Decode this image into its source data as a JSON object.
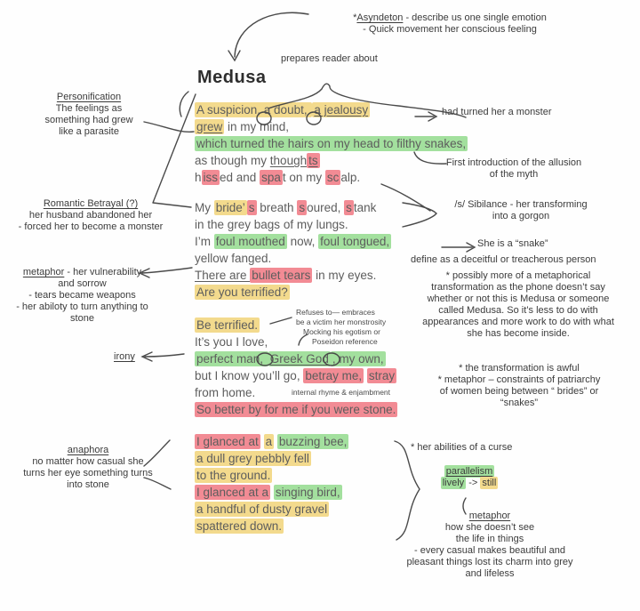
{
  "title": "Medusa",
  "colors": {
    "highlight_yellow": "#f3da8d",
    "highlight_green": "#a3e09e",
    "highlight_red": "#f28b94",
    "ink": "#3b3b3b",
    "poem_text": "#5d5d5d"
  },
  "top": {
    "asyndeton": {
      "prefix": "*",
      "term": "Asyndeton",
      "rest": " - describe us one single emotion",
      "line2": "- Quick movement her conscious feeling"
    },
    "prepares": "prepares reader about"
  },
  "left": {
    "personification": {
      "title": "Personification",
      "lines": [
        "The feelings as",
        "something had grew",
        "like a parasite"
      ]
    },
    "betrayal": {
      "title": "Romantic Betrayal (?)",
      "lines": [
        "her husband abandoned her",
        "- forced her to become a monster"
      ]
    },
    "metaphor": {
      "term": "metaphor",
      "rest": " - her vulnerability",
      "lines": [
        "and sorrow",
        "- tears became weapons",
        "- her abiloty to turn anything to",
        "stone"
      ]
    },
    "irony": "irony",
    "anaphora": {
      "title": "anaphora",
      "lines": [
        "no matter how casual she",
        "turns her eye something turns",
        "into stone"
      ]
    }
  },
  "right": {
    "monster": "had turned her a monster",
    "allusion": [
      "First introduction of the allusion",
      "of the myth"
    ],
    "sibilance": [
      "/s/ Sibilance - her transforming",
      "into a gorgon"
    ],
    "snake": "She is a “snake”",
    "define": "define as a deceitful or treacherous person",
    "possibly": [
      "* possibly more of a metaphorical",
      "transformation as the phone doesn’t say",
      "whether or not this is Medusa  or someone",
      "called Medusa. So it’s less to do with",
      "appearances and more work to do with what",
      "she has become inside."
    ],
    "transformation": [
      "* the transformation is awful",
      "* metaphor – constraints of patriarchy",
      "of  women being between “ brides” or",
      "“snakes”"
    ],
    "curse": "* her abilities of a curse",
    "parallelism_label": "parallelism",
    "lively": "lively",
    "arrow_text": "->",
    "still": "still",
    "metaphor_label": "metaphor",
    "metaphor_lines": [
      "how she doesn’t see",
      "the life in things",
      "- every casual makes beautiful and",
      "pleasant things lost its charm into grey",
      "and lifeless"
    ]
  },
  "inline_notes": {
    "refuses": "Refuses to— embraces",
    "victim": "be a victim  her monstrosity",
    "mocking": "Mocking his egotism or",
    "poseidon": "Poseidon reference",
    "rhyme": "internal rhyme & enjambment"
  },
  "poem": {
    "stanzas": [
      {
        "lines": [
          [
            {
              "t": "A suspicion, a doubt, ",
              "hl": "y"
            },
            {
              "t": "a jealousy",
              "hl": "y",
              "u": true
            }
          ],
          [
            {
              "t": "grew",
              "hl": "y",
              "u": true
            },
            {
              "t": " in my mind,"
            }
          ],
          [
            {
              "t": "which turned the hairs on my head to filthy snakes,",
              "hl": "g"
            }
          ],
          [
            {
              "t": "as though my "
            },
            {
              "t": "though",
              "u": true
            },
            {
              "t": "ts",
              "hl": "r",
              "u": true
            }
          ],
          [
            {
              "t": "h"
            },
            {
              "t": "iss",
              "hl": "r"
            },
            {
              "t": "ed and "
            },
            {
              "t": "spa",
              "hl": "r"
            },
            {
              "t": "t on my "
            },
            {
              "t": "sc",
              "hl": "r"
            },
            {
              "t": "alp."
            }
          ]
        ]
      },
      {
        "lines": [
          [
            {
              "t": "My "
            },
            {
              "t": "bride’",
              "hl": "y"
            },
            {
              "t": "s",
              "hl": "r"
            },
            {
              "t": " breath "
            },
            {
              "t": "s",
              "hl": "r"
            },
            {
              "t": "oured, "
            },
            {
              "t": "s",
              "hl": "r"
            },
            {
              "t": "tank"
            }
          ],
          [
            {
              "t": "in the grey bags of my lungs."
            }
          ],
          [
            {
              "t": "I’m "
            },
            {
              "t": "foul mouthed",
              "hl": "g"
            },
            {
              "t": " now, "
            },
            {
              "t": "foul tongued,",
              "hl": "g"
            }
          ],
          [
            {
              "t": "yellow fanged."
            }
          ],
          [
            {
              "t": "There are ",
              "u": true
            },
            {
              "t": "bullet tears",
              "hl": "r"
            },
            {
              "t": " in my eyes."
            }
          ],
          [
            {
              "t": "Are you terrified?",
              "hl": "y"
            }
          ]
        ]
      },
      {
        "lines": [
          [
            {
              "t": "Be terrified.",
              "hl": "y"
            }
          ],
          [
            {
              "t": "It’s you I love,"
            }
          ],
          [
            {
              "t": "perfect man, ",
              "hl": "g"
            },
            {
              "t": "Greek God",
              "hl": "g",
              "u": true
            },
            {
              "t": ", my own,",
              "hl": "g"
            }
          ],
          [
            {
              "t": "but I know you’ll go, "
            },
            {
              "t": "betray me,",
              "hl": "r"
            },
            {
              "t": " "
            },
            {
              "t": "stray",
              "hl": "r"
            }
          ],
          [
            {
              "t": "from home."
            }
          ],
          [
            {
              "t": "So better by for me if you were stone.",
              "hl": "r"
            }
          ]
        ]
      },
      {
        "lines": [
          [
            {
              "t": "I glanced at",
              "hl": "r"
            },
            {
              "t": " "
            },
            {
              "t": "a",
              "hl": "y"
            },
            {
              "t": " "
            },
            {
              "t": "buzzing bee,",
              "hl": "g"
            }
          ],
          [
            {
              "t": "a dull grey pebbly fell",
              "hl": "y"
            }
          ],
          [
            {
              "t": "to the ground.",
              "hl": "y"
            }
          ],
          [
            {
              "t": "I glanced at a",
              "hl": "r"
            },
            {
              "t": " "
            },
            {
              "t": "singing bird,",
              "hl": "g"
            }
          ],
          [
            {
              "t": "a handful of dusty gravel",
              "hl": "y"
            }
          ],
          [
            {
              "t": "spattered down.",
              "hl": "y"
            }
          ]
        ]
      }
    ]
  }
}
